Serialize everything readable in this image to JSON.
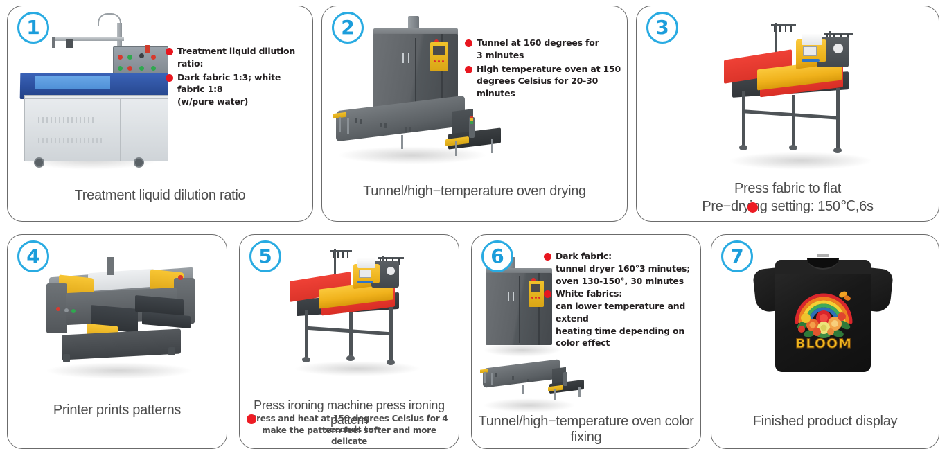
{
  "theme": {
    "badge_color": "#29abe2",
    "bullet_color": "#e8161f",
    "card_border": "#6b6b6b",
    "caption_color": "#4d4d4d",
    "background": "#ffffff"
  },
  "panels": [
    {
      "number": "1",
      "caption": "Treatment liquid dilution ratio",
      "bullets": [
        {
          "text": "Treatment liquid dilution ratio:",
          "cont": []
        },
        {
          "text": "Dark fabric 1:3; white fabric 1:8",
          "cont": [
            "(w/pure water)"
          ]
        }
      ],
      "machine": "dilution-tank"
    },
    {
      "number": "2",
      "caption": "Tunnel/high−temperature oven drying",
      "bullets": [
        {
          "text": "Tunnel at 160 degrees for",
          "cont": [
            " 3 minutes"
          ]
        },
        {
          "text": "High temperature oven at 150",
          "cont": [
            "degrees Celsius for 20-30 minutes"
          ]
        }
      ],
      "machine": "oven-and-tunnel"
    },
    {
      "number": "3",
      "caption": "Press fabric to flat",
      "caption_sub": "Pre−drying setting: 150℃,6s",
      "bullets": [],
      "machine": "heat-press"
    },
    {
      "number": "4",
      "caption": "Printer prints patterns",
      "bullets": [],
      "machine": "dtg-printer"
    },
    {
      "number": "5",
      "caption": "Press ironing machine press ironing pattern",
      "caption_sub_lines": [
        "Press and heat at 150 degrees Celsius for 4 seconds to",
        "make the pattern feel softer and more delicate"
      ],
      "bullets": [],
      "machine": "heat-press"
    },
    {
      "number": "6",
      "caption": "Tunnel/high−temperature oven color fixing",
      "bullets": [
        {
          "text": "Dark fabric:",
          "cont": [
            "tunnel dryer 160°3 minutes;",
            "oven 130-150°, 30 minutes"
          ]
        },
        {
          "text": "White fabrics:",
          "cont": [
            "can lower temperature and extend",
            "heating time depending on color effect"
          ]
        }
      ],
      "machine": "oven-and-tunnel"
    },
    {
      "number": "7",
      "caption": "Finished product display",
      "bullets": [],
      "machine": "tshirt",
      "shirt_print_text": "BLOOM"
    }
  ]
}
